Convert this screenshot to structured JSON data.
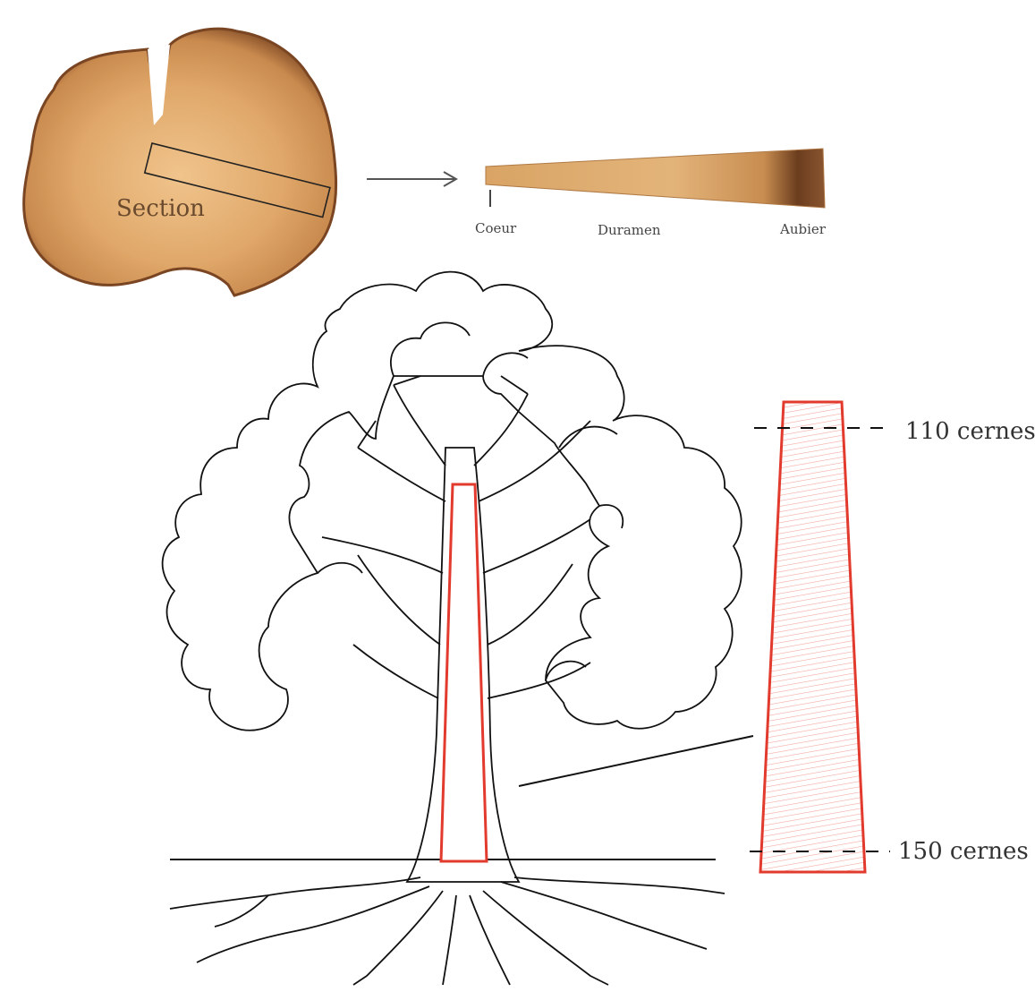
{
  "section_label": "Section",
  "core_labels": {
    "heart": "Coeur",
    "heartwood": "Duramen",
    "sapwood": "Aubier"
  },
  "ring_labels": {
    "top": "110 cernes",
    "bottom": "150 cernes"
  },
  "colors": {
    "wood_light": "#e2b177",
    "wood_mid": "#c98e52",
    "wood_dark": "#6b3d1e",
    "outline": "#111111",
    "core_red": "#e23b2e",
    "text": "#333333"
  }
}
